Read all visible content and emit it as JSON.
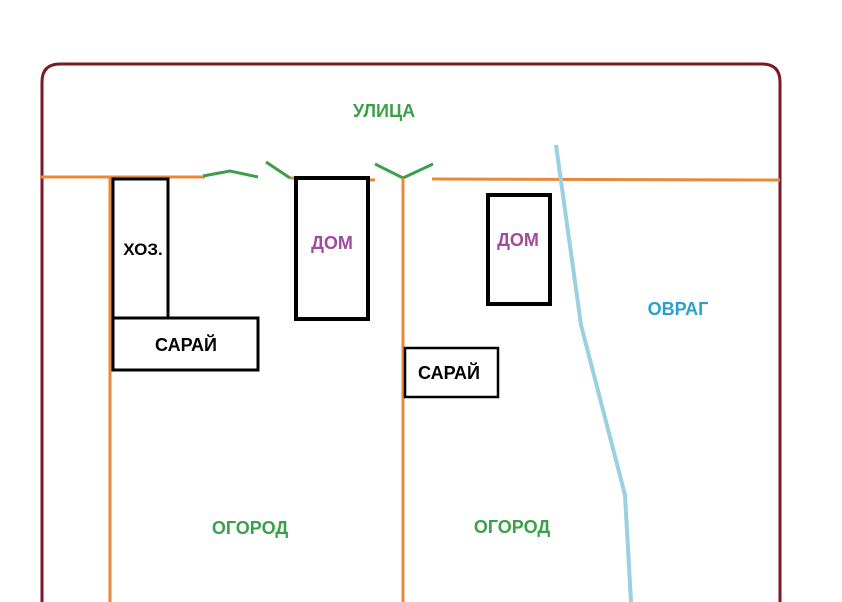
{
  "colors": {
    "border": "#7a1a22",
    "fence": "#e8893a",
    "gate": "#3a9e4a",
    "ravine_line": "#9ad0e0",
    "building": "#000000",
    "label_green": "#3aa04a",
    "label_purple": "#a04aa0",
    "label_blue": "#2a9fd0",
    "label_black": "#000000"
  },
  "labels": {
    "street": "УЛИЦА",
    "house_left": "ДОМ",
    "house_right": "ДОМ",
    "utility": "ХОЗ.",
    "shed_left": "САРАЙ",
    "shed_right": "САРАЙ",
    "ravine": "ОВРАГ",
    "garden_left": "ОГОРОД",
    "garden_right": "ОГОРОД"
  }
}
